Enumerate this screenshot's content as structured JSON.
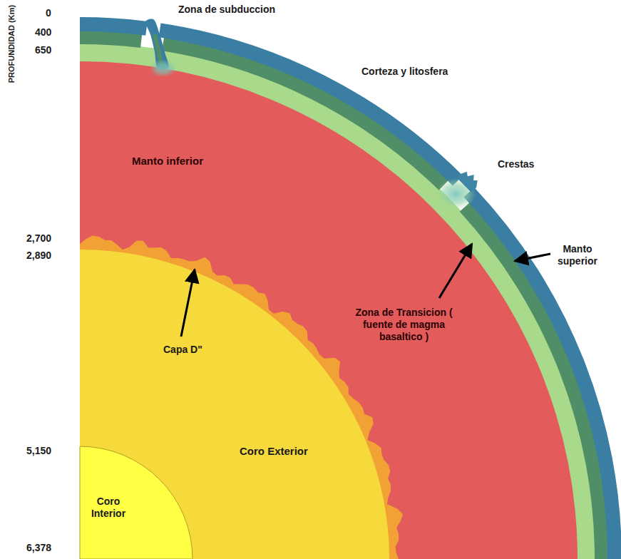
{
  "diagram": {
    "labels": [
      "PROFUNDIDAD (Km)",
      "0",
      "400",
      "650",
      "2,700",
      "2,890",
      "5,150",
      "6,378",
      "Zona de subduccion",
      "Corteza y litosfera",
      "Manto inferior",
      "Crestas",
      "Capa D\"",
      "Zona de Transicion ( fuente de magma basaltico )",
      "Manto superior",
      "Coro Exterior",
      "Coro Interior"
    ]
  }
}
